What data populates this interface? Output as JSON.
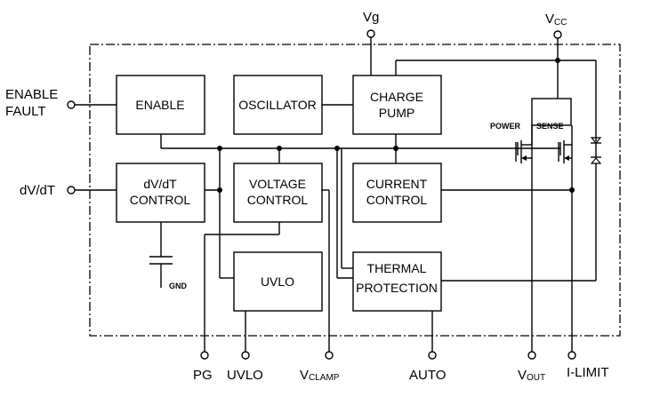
{
  "pins": {
    "enable_fault_1": "ENABLE",
    "enable_fault_2": "FAULT",
    "dvdt": "dV/dT",
    "vg": "Vg",
    "vcc_main": "V",
    "vcc_sub": "CC",
    "pg": "PG",
    "uvlo": "UVLO",
    "vclamp_main": "V",
    "vclamp_sub": "CLAMP",
    "auto": "AUTO",
    "vout_main": "V",
    "vout_sub": "OUT",
    "ilimit": "I-LIMIT"
  },
  "blocks": {
    "enable": "ENABLE",
    "oscillator": "OSCILLATOR",
    "charge_pump_1": "CHARGE",
    "charge_pump_2": "PUMP",
    "dvdt_1": "dV/dT",
    "dvdt_2": "CONTROL",
    "voltage_1": "VOLTAGE",
    "voltage_2": "CONTROL",
    "current_1": "CURRENT",
    "current_2": "CONTROL",
    "uvlo": "UVLO",
    "thermal_1": "THERMAL",
    "thermal_2": "PROTECTION"
  },
  "labels": {
    "gnd": "GND",
    "power": "POWER",
    "sense": "SENSE"
  }
}
